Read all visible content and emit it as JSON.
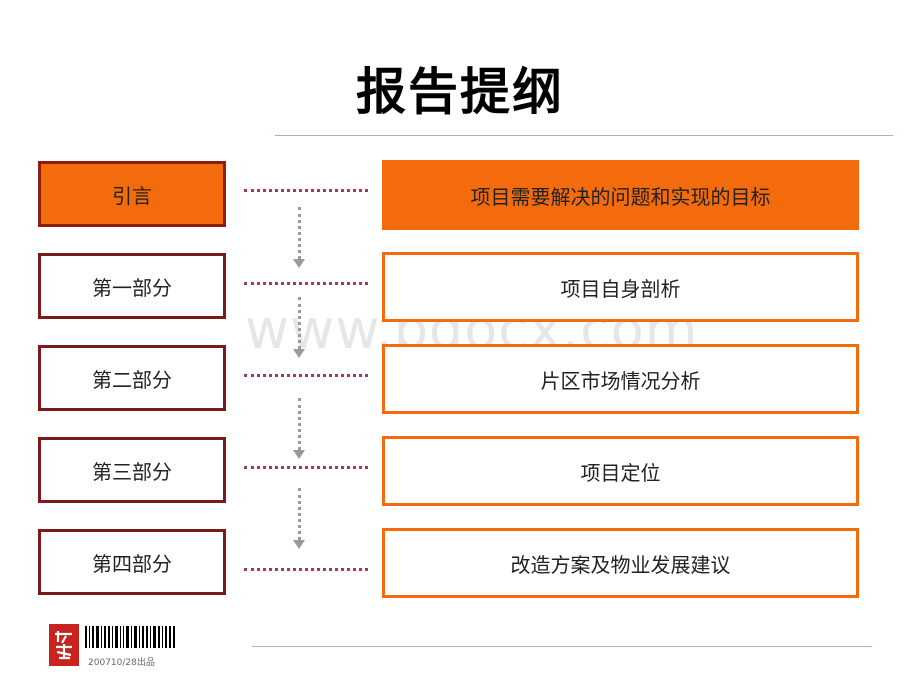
{
  "title": "报告提纲",
  "watermark": "www.bdocx.com",
  "outline": [
    {
      "section": "引言",
      "topic": "项目需要解决的问题和实现的目标"
    },
    {
      "section": "第一部分",
      "topic": "项目自身剖析"
    },
    {
      "section": "第二部分",
      "topic": "片区市场情况分析"
    },
    {
      "section": "第三部分",
      "topic": "项目定位"
    },
    {
      "section": "第四部分",
      "topic": "改造方案及物业发展建议"
    }
  ],
  "footer": {
    "date_text": "200710/28出品"
  },
  "colors": {
    "accent_orange": "#f36b0c",
    "left_border": "#7a1a1a",
    "connector_dots": "#a8336e",
    "rule": "#9db4cc"
  }
}
